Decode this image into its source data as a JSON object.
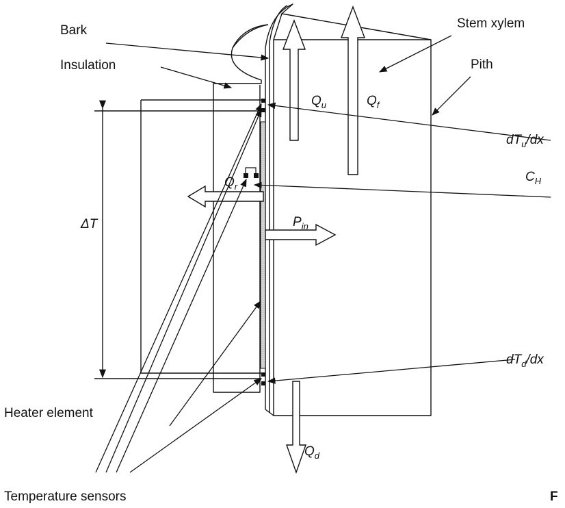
{
  "labels": {
    "bark": "Bark",
    "insulation": "Insulation",
    "stem_xylem": "Stem xylem",
    "pith": "Pith",
    "heater_element": "Heater element",
    "temperature_sensors": "Temperature sensors",
    "corner_letter": "F"
  },
  "symbols": {
    "q_u": {
      "main": "Q",
      "sub": "u"
    },
    "q_f": {
      "main": "Q",
      "sub": "f"
    },
    "q_r": {
      "main": "Q",
      "sub": "r"
    },
    "q_d": {
      "main": "Q",
      "sub": "d"
    },
    "p_in": {
      "main": "P",
      "sub": "in"
    },
    "c_h": {
      "main": "C",
      "sub": "H"
    },
    "delta_t": "ΔT",
    "dtu_dx": {
      "pre": "dT",
      "sub": "u",
      "post": "/dx"
    },
    "dtd_dx": {
      "pre": "dT",
      "sub": "d",
      "post": "/dx"
    }
  }
}
